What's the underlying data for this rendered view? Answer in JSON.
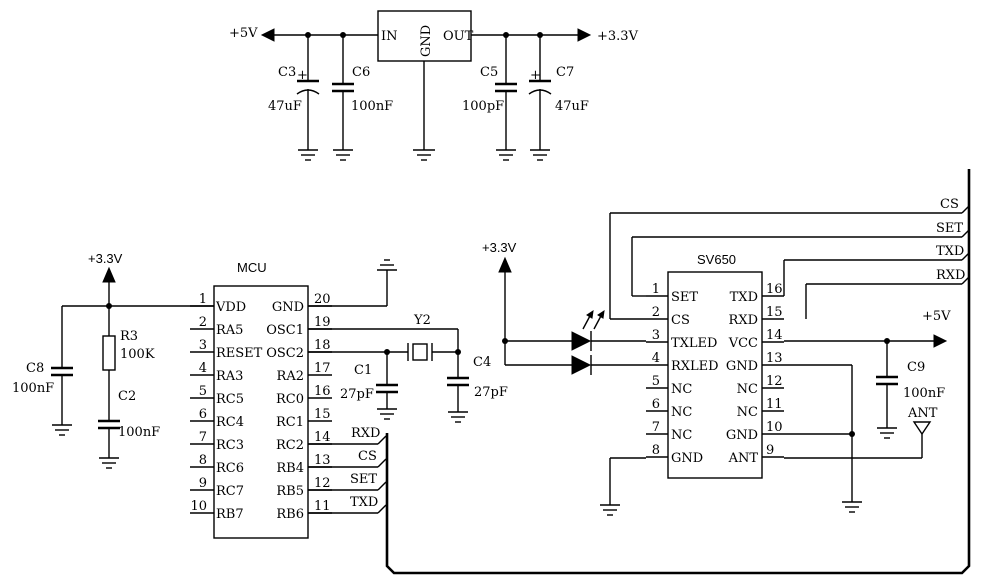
{
  "regulator": {
    "in_label": "IN",
    "gnd_label": "GND",
    "out_label": "OUT",
    "vin_label": "+5V",
    "vout_label": "+3.3V",
    "caps": [
      {
        "ref": "C3",
        "value": "47uF",
        "polarity": "+"
      },
      {
        "ref": "C6",
        "value": "100nF"
      },
      {
        "ref": "C5",
        "value": "100pF"
      },
      {
        "ref": "C7",
        "value": "47uF",
        "polarity": "+"
      }
    ]
  },
  "mcu": {
    "title": "MCU",
    "supply_label": "+3.3V",
    "left_pins": [
      {
        "num": "1",
        "name": "VDD"
      },
      {
        "num": "2",
        "name": "RA5"
      },
      {
        "num": "3",
        "name": "RESET"
      },
      {
        "num": "4",
        "name": "RA3"
      },
      {
        "num": "5",
        "name": "RC5"
      },
      {
        "num": "6",
        "name": "RC4"
      },
      {
        "num": "7",
        "name": "RC3"
      },
      {
        "num": "8",
        "name": "RC6"
      },
      {
        "num": "9",
        "name": "RC7"
      },
      {
        "num": "10",
        "name": "RB7"
      }
    ],
    "right_pins": [
      {
        "num": "20",
        "name": "GND"
      },
      {
        "num": "19",
        "name": "OSC1"
      },
      {
        "num": "18",
        "name": "OSC2"
      },
      {
        "num": "17",
        "name": "RA2"
      },
      {
        "num": "16",
        "name": "RC0"
      },
      {
        "num": "15",
        "name": "RC1"
      },
      {
        "num": "14",
        "name": "RC2",
        "net": "RXD"
      },
      {
        "num": "13",
        "name": "RB4",
        "net": "CS"
      },
      {
        "num": "12",
        "name": "RB5",
        "net": "SET"
      },
      {
        "num": "11",
        "name": "RB6",
        "net": "TXD"
      }
    ],
    "parts": {
      "r3_ref": "R3",
      "r3_value": "100K",
      "c2_ref": "C2",
      "c2_value": "100nF",
      "c8_ref": "C8",
      "c8_value": "100nF",
      "y2_ref": "Y2",
      "c1_ref": "C1",
      "c1_value": "27pF",
      "c4_ref": "C4",
      "c4_value": "27pF"
    }
  },
  "sv650": {
    "title": "SV650",
    "supply_label": "+3.3V",
    "vcc_label": "+5V",
    "ant_label": "ANT",
    "c9_ref": "C9",
    "c9_value": "100nF",
    "left_pins": [
      {
        "num": "1",
        "name": "SET"
      },
      {
        "num": "2",
        "name": "CS"
      },
      {
        "num": "3",
        "name": "TXLED"
      },
      {
        "num": "4",
        "name": "RXLED"
      },
      {
        "num": "5",
        "name": "NC"
      },
      {
        "num": "6",
        "name": "NC"
      },
      {
        "num": "7",
        "name": "NC"
      },
      {
        "num": "8",
        "name": "GND"
      }
    ],
    "right_pins": [
      {
        "num": "16",
        "name": "TXD"
      },
      {
        "num": "15",
        "name": "RXD"
      },
      {
        "num": "14",
        "name": "VCC"
      },
      {
        "num": "13",
        "name": "GND"
      },
      {
        "num": "12",
        "name": "NC"
      },
      {
        "num": "11",
        "name": "NC"
      },
      {
        "num": "10",
        "name": "GND"
      },
      {
        "num": "9",
        "name": "ANT"
      }
    ],
    "bus_labels": [
      "CS",
      "SET",
      "TXD",
      "RXD"
    ]
  }
}
